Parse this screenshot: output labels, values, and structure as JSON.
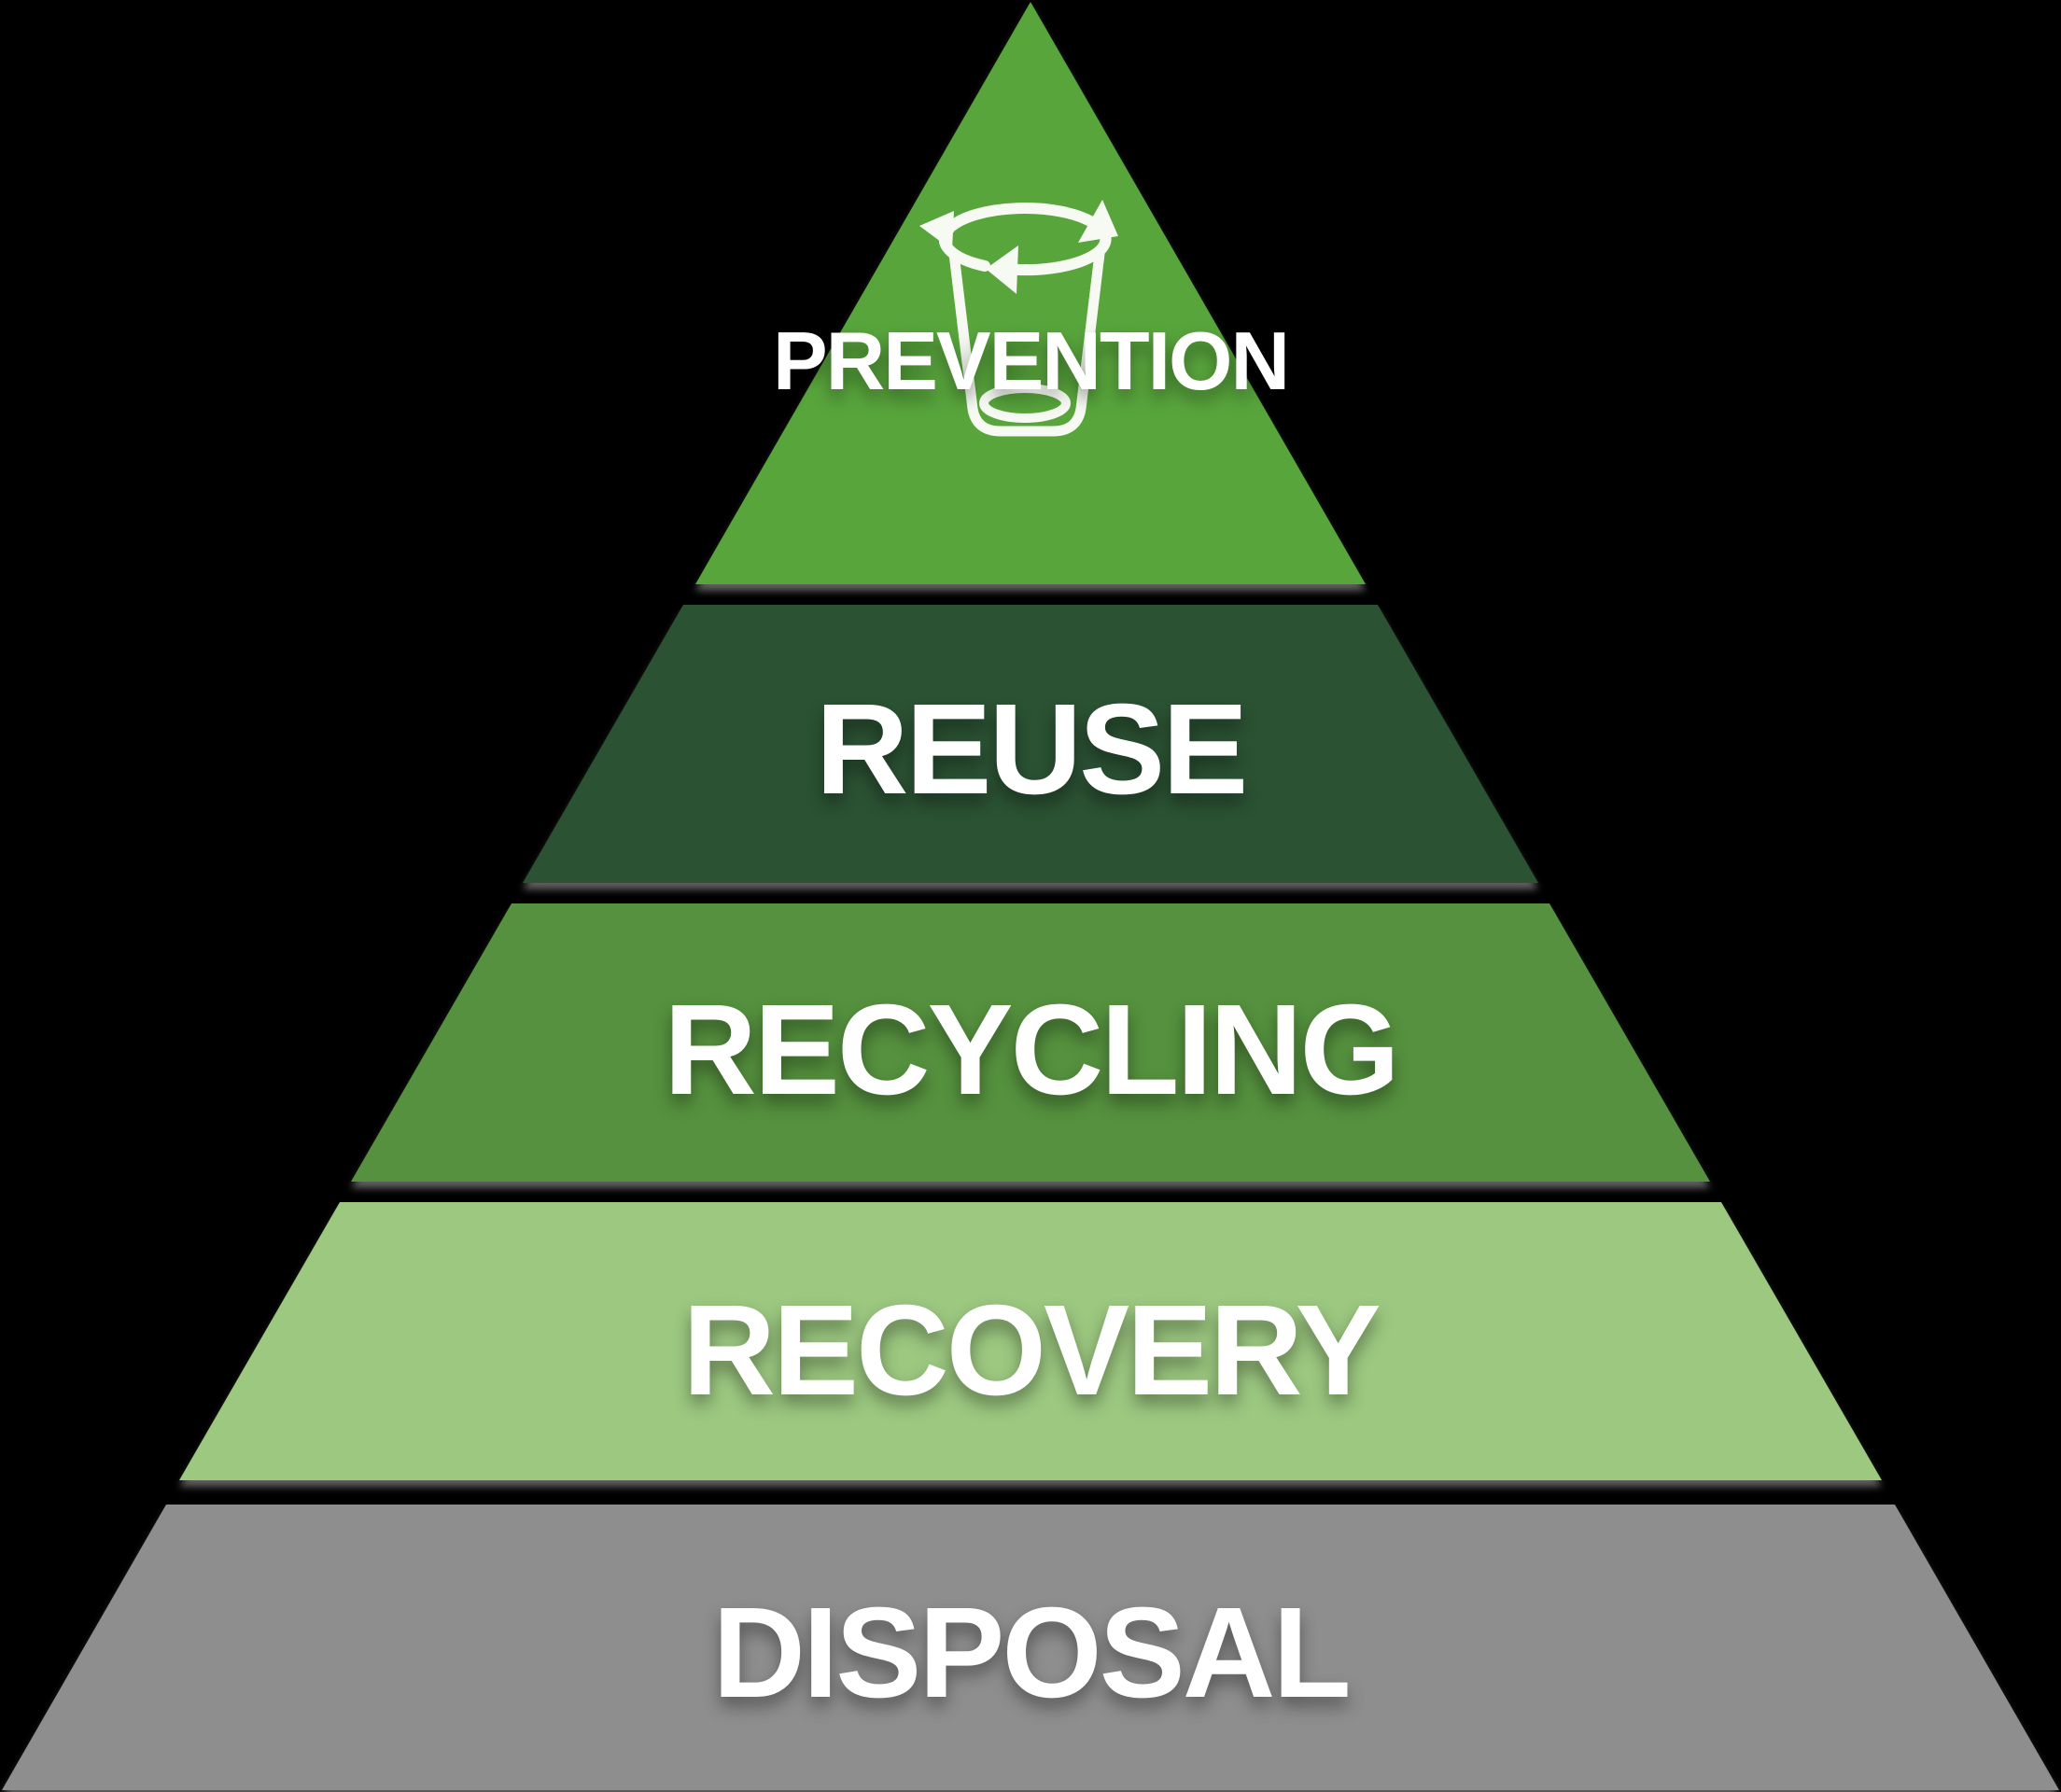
{
  "background_color": "#000000",
  "text_color": "#ffffff",
  "icon": {
    "name": "cup-recycle-icon",
    "color": "#f6faf2"
  },
  "levels": [
    {
      "label": "PREVENTION",
      "color": "#58a53c"
    },
    {
      "label": "REUSE",
      "color": "#2b5233"
    },
    {
      "label": "RECYCLING",
      "color": "#55913e"
    },
    {
      "label": "RECOVERY",
      "color": "#9cc880"
    },
    {
      "label": "DISPOSAL",
      "color": "#8e8e8e"
    }
  ]
}
